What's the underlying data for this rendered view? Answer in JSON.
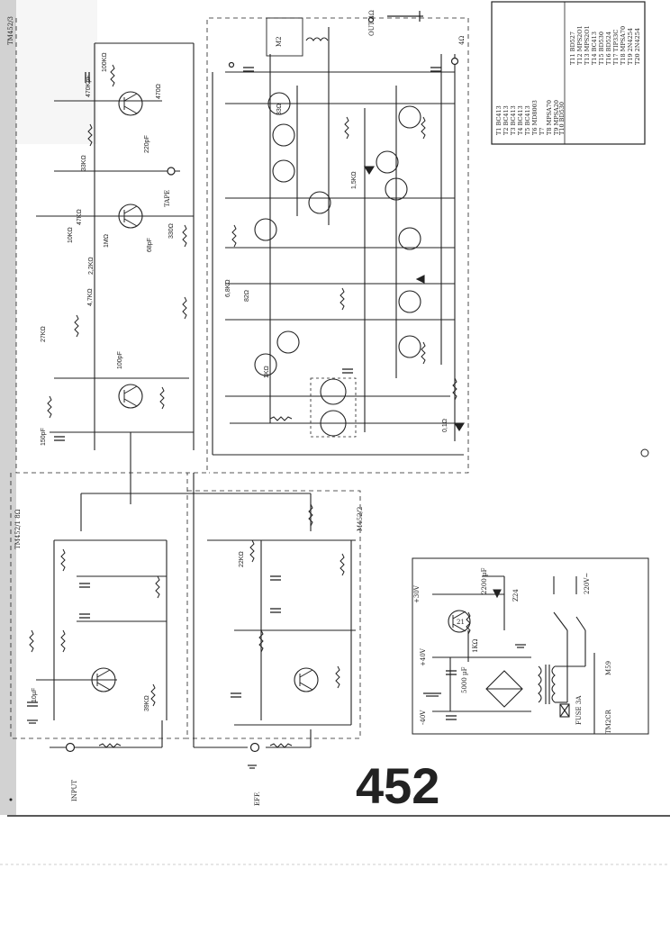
{
  "sheet_number": "452",
  "section_labels": {
    "main_top": "TM452/3",
    "driver_top": "M2",
    "tone_left": "TM452/1 8Ω",
    "tone_right": "M452/2",
    "power_supply": "TM2CR",
    "power_supply_id": "M59"
  },
  "io_labels": {
    "input": "INPUT",
    "effect": "EFF.",
    "tape": "TAPE",
    "output": "OUT 4Ω",
    "load": "4Ω"
  },
  "supply_labels": {
    "v_pos_30": "+30V",
    "v_pos_40": "+40V",
    "v_neg_40": "-40V",
    "mains": "220V~",
    "fuse": "FUSE 3A",
    "cap_2200": "2200 µF",
    "cap_5000": "5000 µF",
    "r_1k": "1KΩ",
    "z24": "Z24",
    "t21": "21"
  },
  "transistor_legend": [
    [
      "T1 BC413",
      "T11 BD527"
    ],
    [
      "T2 BC413",
      "T12 MPS2O1"
    ],
    [
      "T3 BC413",
      "T13 MPS2O1"
    ],
    [
      "T4 BC413",
      "T14 BC413"
    ],
    [
      "T5 BC413",
      "T15 BD530"
    ],
    [
      "T6 MD8003",
      "T16 BD524"
    ],
    [
      "T7",
      "T17 TIP33C"
    ],
    [
      "T8 MPSA70",
      "T18 MPSA70"
    ],
    [
      "T9 MPSA20",
      "T19 2N4254"
    ],
    [
      "T10 BD530",
      "T20 2N4254"
    ]
  ],
  "component_values": [
    "100KΩ",
    "470KpF",
    "33KΩ",
    "470Ω",
    "47KΩ",
    "2,2KΩ",
    "10KΩ",
    "1MΩ",
    "33Ω",
    "68pF",
    "100pF",
    "220pF",
    "1KΩ",
    "330Ω",
    "4,7KΩ",
    "27KΩ",
    "10µF",
    "22KΩ",
    "150pF",
    "39KΩ",
    "6,8KΩ",
    "82Ω",
    "0,1Ω",
    "1,5KΩ"
  ],
  "colors": {
    "ink": "#222222",
    "paper": "#ffffff",
    "scan_shadow": "#bdbdbd"
  }
}
